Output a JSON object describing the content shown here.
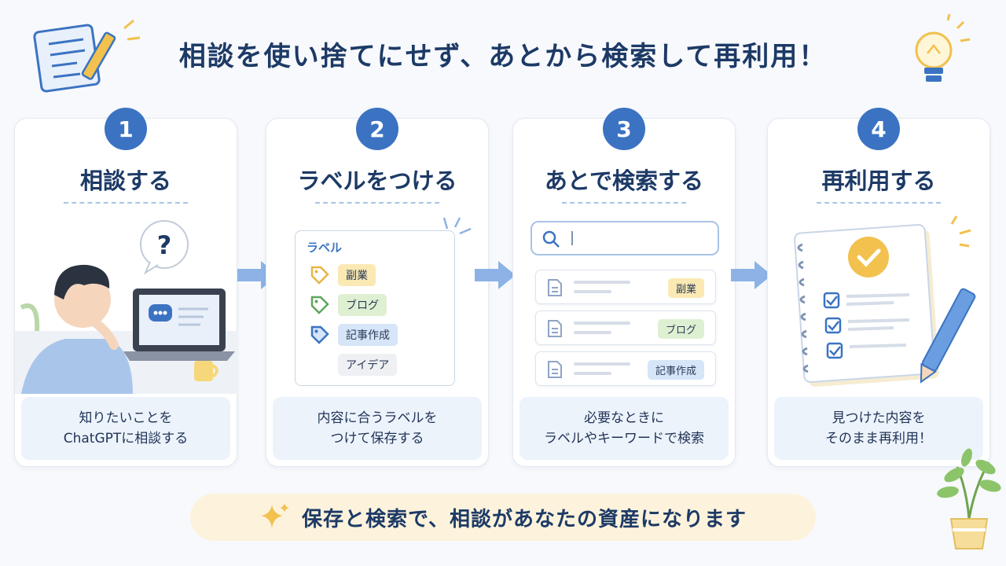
{
  "title": "相談を使い捨てにせず、あとから検索して再利用！",
  "steps": [
    {
      "number": "1",
      "title": "相談する",
      "caption_lines": [
        "知りたいことを",
        "ChatGPTに相談する"
      ],
      "bubble_symbol": "?"
    },
    {
      "number": "2",
      "title": "ラベルをつける",
      "caption_lines": [
        "内容に合うラベルを",
        "つけて保存する"
      ],
      "card_title": "ラベル",
      "labels": [
        {
          "text": "副業",
          "color": "#fbe9b4",
          "icon_color": "#e8b444"
        },
        {
          "text": "ブログ",
          "color": "#dff0d2",
          "icon_color": "#5fa55a"
        },
        {
          "text": "記事作成",
          "color": "#d6e5f8",
          "icon_color": "#3b73c2"
        },
        {
          "text": "アイデア",
          "color": "#eef0f3",
          "icon_color": ""
        }
      ]
    },
    {
      "number": "3",
      "title": "あとで検索する",
      "caption_lines": [
        "必要なときに",
        "ラベルやキーワードで検索"
      ],
      "results": [
        {
          "label": "副業"
        },
        {
          "label": "ブログ"
        },
        {
          "label": "記事作成"
        }
      ]
    },
    {
      "number": "4",
      "title": "再利用する",
      "caption_lines": [
        "見つけた内容を",
        "そのまま再利用！"
      ]
    }
  ],
  "banner": {
    "text": "保存と検索で、相談があなたの資産になります"
  },
  "colors": {
    "accent": "#3b73c2",
    "title": "#1d3a66",
    "caption_bg": "#edf3fb",
    "banner_bg": "#fdf3dc"
  },
  "icons": [
    "notepad-pencil-icon",
    "lightbulb-icon",
    "chat-bubble-icon",
    "tag-icon",
    "search-icon",
    "document-icon",
    "checkmark-icon",
    "checkbox-icon",
    "pencil-icon",
    "arrow-right-icon",
    "sparkle-icon",
    "plant-icon"
  ]
}
